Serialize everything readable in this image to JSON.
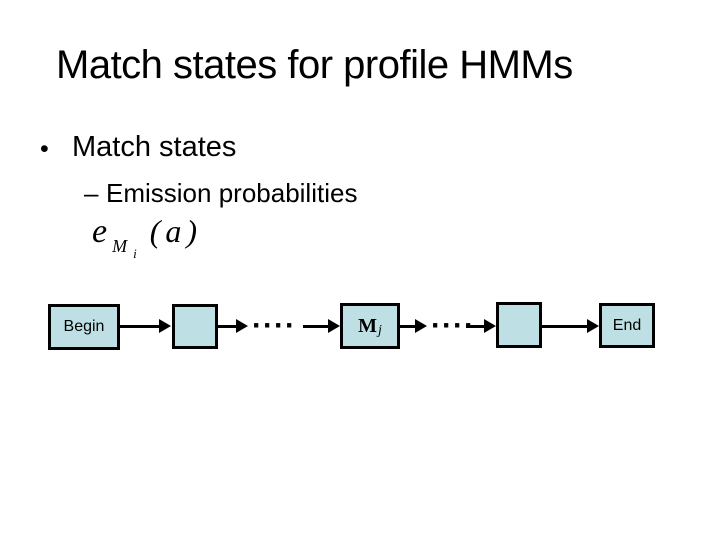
{
  "slide": {
    "title": "Match states for profile HMMs",
    "bullets": [
      {
        "marker": "•",
        "text": "Match states"
      },
      {
        "marker": "–",
        "text": "Emission probabilities"
      }
    ],
    "formula": {
      "base": "e",
      "subscript": "M",
      "subsubscript": "i",
      "open_paren": "(",
      "argument": "a",
      "close_paren": ")"
    },
    "diagram": {
      "nodes": [
        {
          "id": "begin",
          "label": "Begin"
        },
        {
          "id": "match-1",
          "label": ""
        },
        {
          "id": "match-j",
          "label_main": "M",
          "label_sub": "j"
        },
        {
          "id": "match-2",
          "label": ""
        },
        {
          "id": "end",
          "label": "End"
        }
      ],
      "ellipsis": "····",
      "colors": {
        "box_fill": "#bee0e4",
        "box_border": "#000000",
        "arrow": "#000000"
      }
    },
    "colors": {
      "background": "#ffffff",
      "text": "#000000"
    }
  }
}
